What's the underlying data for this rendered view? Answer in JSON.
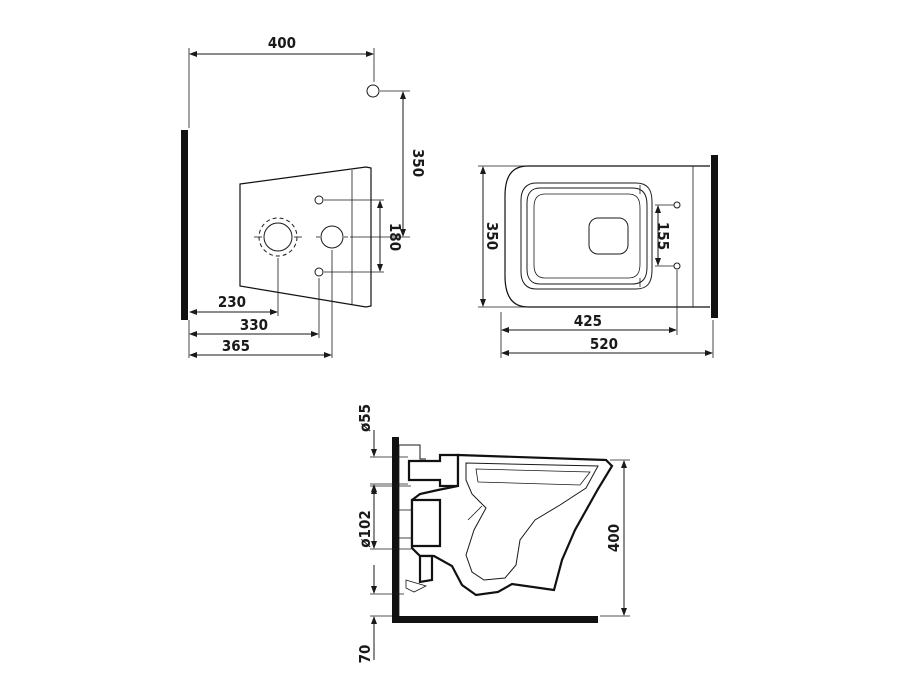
{
  "diagram": {
    "views": {
      "side": {
        "dims": {
          "width_top": "400",
          "height_fix": "350",
          "fix_spacing": "180",
          "d230": "230",
          "d330": "330",
          "d365": "365"
        }
      },
      "top": {
        "dims": {
          "depth": "350",
          "hole_spacing": "155",
          "d425": "425",
          "d520": "520"
        }
      },
      "section": {
        "dims": {
          "dia55": "ø55",
          "dia102": "ø102",
          "height": "400",
          "floor_gap": "70"
        }
      }
    }
  }
}
